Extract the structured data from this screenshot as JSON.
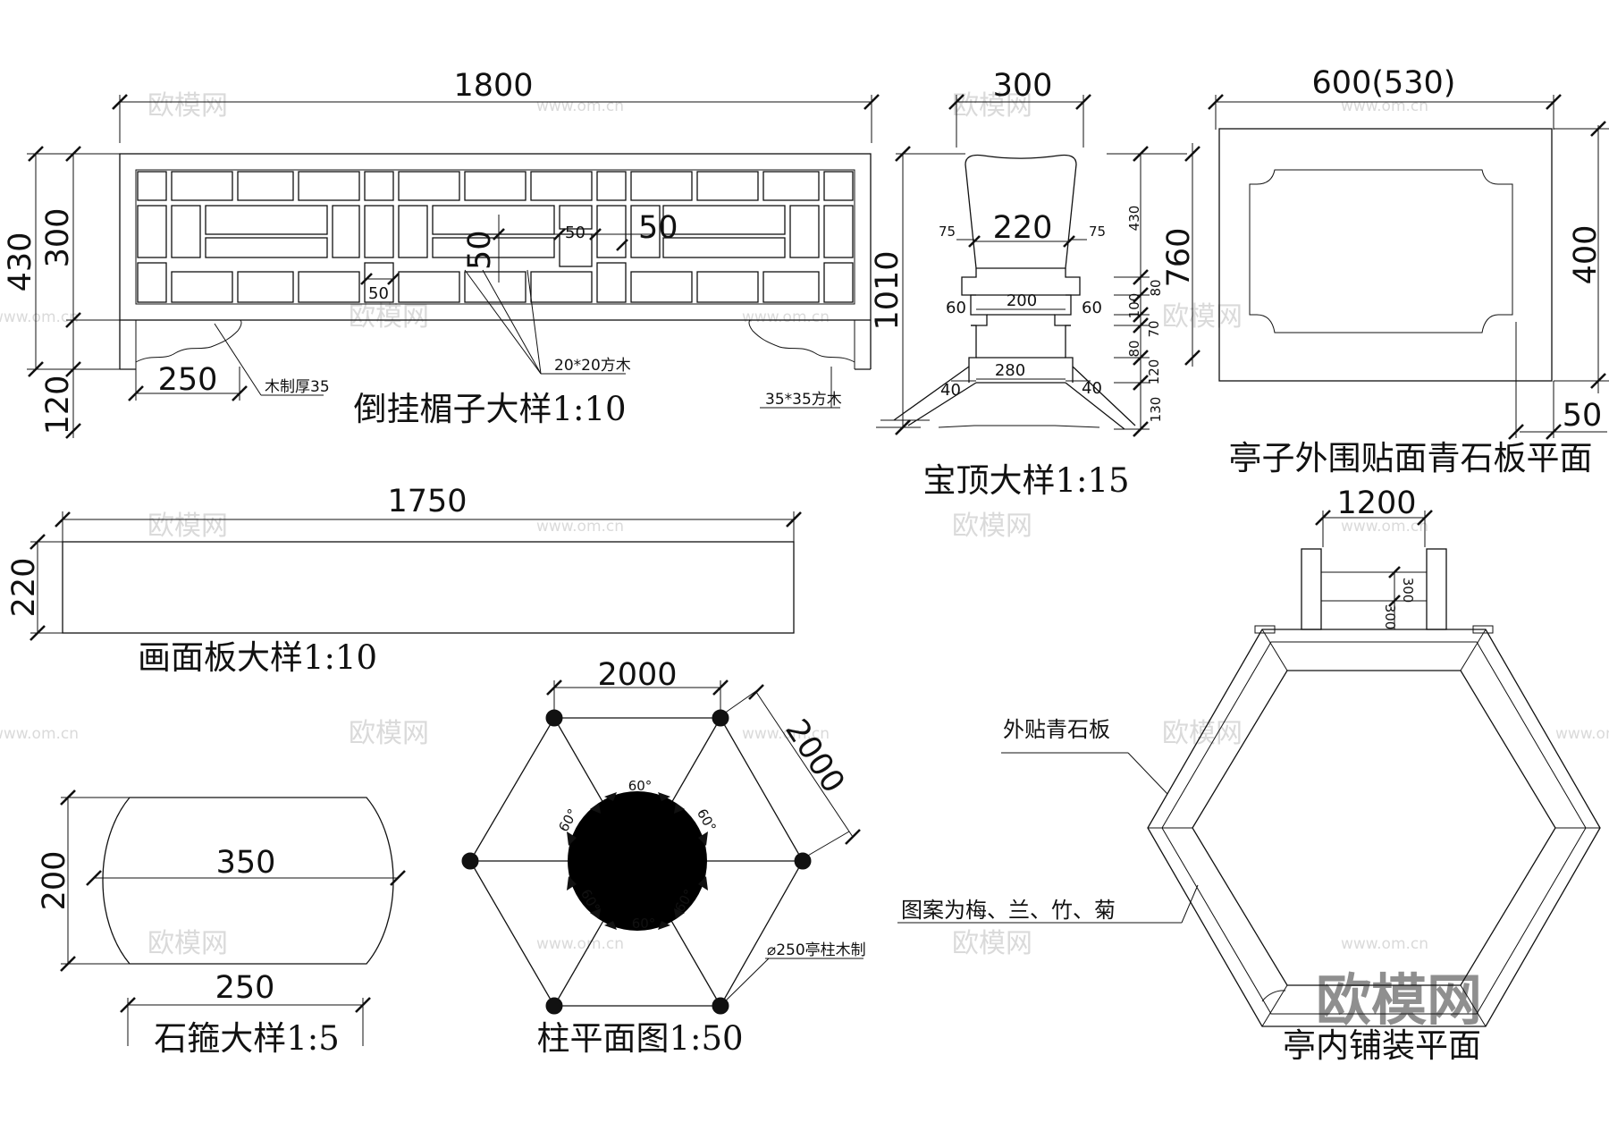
{
  "watermark": {
    "brand": "欧模网",
    "url": "www.om.cn"
  },
  "lintel": {
    "title": "倒挂楣子大样1:10",
    "dim_width": "1800",
    "dim_height_total": "430",
    "dim_height_frame": "300",
    "dim_height_leg": "120",
    "dim_leg_span": "250",
    "dim_bar_a": "50",
    "dim_bar_b": "50",
    "dim_bar_c": "50",
    "dim_bar_d": "50",
    "note_wood": "木制厚35",
    "note_square": "20*20方木",
    "note_post": "35*35方木"
  },
  "finial": {
    "title": "宝顶大样1:15",
    "dim_top": "300",
    "dim_height": "1010",
    "dim_neck": "220",
    "dim_75_left": "75",
    "dim_75_right": "75",
    "dim_200": "200",
    "dim_60_left": "60",
    "dim_60_right": "60",
    "dim_280": "280",
    "dim_40_left": "40",
    "dim_40_right": "40",
    "dim_430": "430",
    "dim_760": "760",
    "dim_80a": "80",
    "dim_100": "100",
    "dim_70": "70",
    "dim_80b": "80",
    "dim_120": "120",
    "dim_130": "130"
  },
  "stone_panel": {
    "title": "亭子外围贴面青石板平面",
    "dim_width": "600(530)",
    "dim_height": "400",
    "dim_border": "50"
  },
  "board": {
    "title": "画面板大样1:10",
    "dim_width": "1750",
    "dim_height": "220"
  },
  "stone_hoop": {
    "title": "石箍大样1:5",
    "dim_middle": "350",
    "dim_bottom": "250",
    "dim_height": "200"
  },
  "column_plan": {
    "title": "柱平面图1:50",
    "dim_top": "2000",
    "dim_side": "2000",
    "angle_top": "60°",
    "angle_upper_left": "60°",
    "angle_upper_right": "60°",
    "angle_lower_left": "60°",
    "angle_lower_right": "60°",
    "angle_bottom": "60°",
    "note_column": "⌀250亭柱木制"
  },
  "paving_plan": {
    "title": "亭内铺装平面",
    "dim_entry": "1200",
    "dim_step_a": "300",
    "dim_step_b": "300",
    "label_outer": "外贴青石板",
    "label_pattern": "图案为梅、兰、竹、菊"
  }
}
